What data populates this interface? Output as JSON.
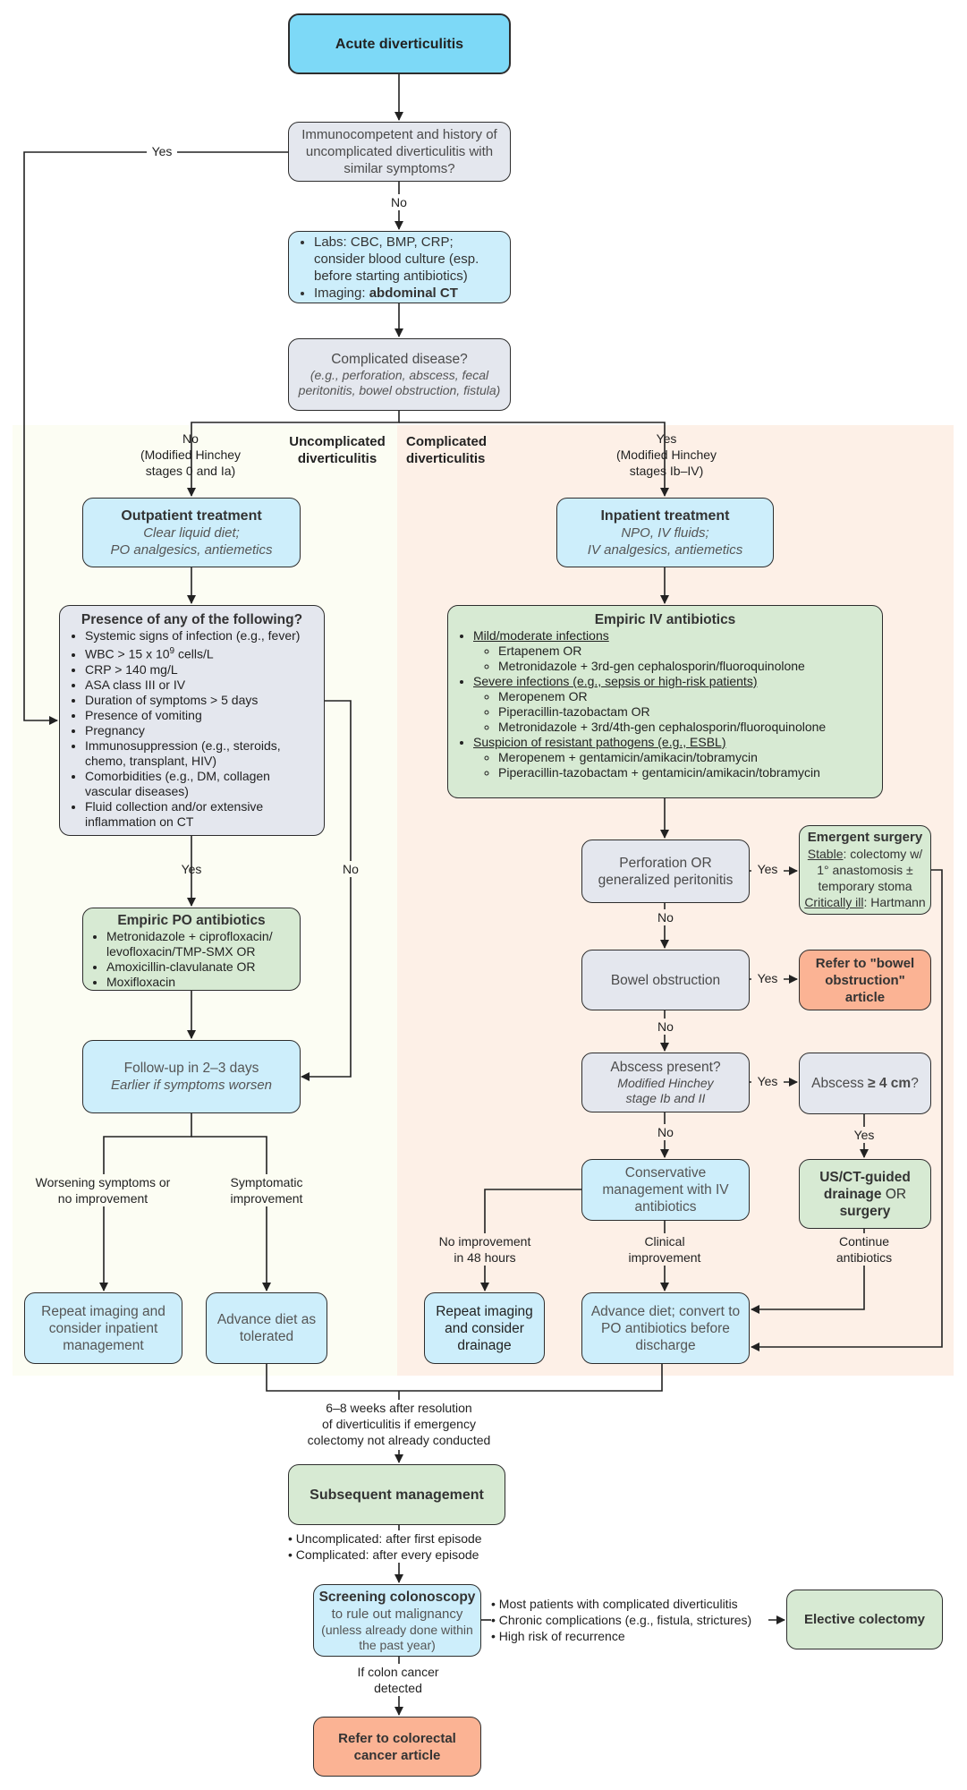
{
  "nodes": {
    "acute": "Acute diverticulitis",
    "immuno": "Immunocompetent and history of uncomplicated diverticulitis with similar symptoms?",
    "labs": {
      "item1": "Labs: CBC, BMP, CRP; consider blood culture (esp. before starting antibiotics)",
      "item2_prefix": "Imaging: ",
      "item2_bold": "abdominal CT"
    },
    "complicated_q": {
      "title": "Complicated disease?",
      "subtitle": "(e.g., perforation, abscess, fecal peritonitis, bowel obstruction, fistula)"
    },
    "outpatient": {
      "title": "Outpatient treatment",
      "line1": "Clear liquid diet;",
      "line2": "PO analgesics, antiemetics"
    },
    "inpatient": {
      "title": "Inpatient treatment",
      "line1": "NPO, IV fluids;",
      "line2": "IV analgesics, antiemetics"
    },
    "presence": {
      "title": "Presence of any of the following?",
      "items": [
        "Systemic signs of infection (e.g., fever)",
        "WBC > 15 x 10",
        "CRP > 140 mg/L",
        "ASA class III or IV",
        "Duration of symptoms > 5 days",
        "Presence of vomiting",
        "Pregnancy",
        "Immunosuppression (e.g., steroids, chemo, transplant, HIV)",
        "Comorbidities (e.g., DM, collagen vascular diseases)",
        "Fluid collection and/or extensive inflammation on CT"
      ],
      "wbc_sup": "9",
      "wbc_unit": " cells/L"
    },
    "empiric_iv": {
      "title": "Empiric IV antibiotics",
      "mild": "Mild/moderate infections",
      "mild_items": [
        "Ertapenem OR",
        "Metronidazole + 3rd-gen cephalosporin/fluoroquinolone"
      ],
      "severe": "Severe infections (e.g., sepsis or high-risk patients)",
      "severe_items": [
        "Meropenem OR",
        "Piperacillin-tazobactam OR",
        "Metronidazole + 3rd/4th-gen cephalosporin/fluoroquinolone"
      ],
      "resistant": "Suspicion of resistant pathogens (e.g., ESBL)",
      "resistant_items": [
        "Meropenem + gentamicin/amikacin/tobramycin",
        "Piperacillin-tazobactam + gentamicin/amikacin/tobramycin"
      ]
    },
    "perforation": "Perforation OR generalized peritonitis",
    "emergent": {
      "title": "Emergent surgery",
      "stable_label": "Stable",
      "stable_text": ": colectomy w/ 1° anastomosis ± temporary stoma",
      "critical_label": "Critically ill",
      "critical_text": ": Hartmann"
    },
    "empiric_po": {
      "title": "Empiric PO antibiotics",
      "items": [
        "Metronidazole + ciprofloxacin/ levofloxacin/TMP-SMX OR",
        "Amoxicillin-clavulanate OR",
        "Moxifloxacin"
      ]
    },
    "bowel": "Bowel obstruction",
    "refer_bowel": "Refer to \"bowel obstruction\" article",
    "followup": {
      "line1": "Follow-up in 2–3 days",
      "line2": "Earlier if symptoms worsen"
    },
    "abscess": {
      "title": "Abscess present?",
      "line1": "Modified Hinchey",
      "line2": "stage Ib and II"
    },
    "abscess4": {
      "prefix": "Abscess ",
      "bold": "≥ 4 cm",
      "suffix": "?"
    },
    "conservative": "Conservative management with IV antibiotics",
    "drainage": {
      "bold1": "US/CT-guided drainage",
      "mid": " OR ",
      "bold2": "surgery"
    },
    "repeat_inpatient": "Repeat imaging and consider inpatient management",
    "advance_diet": "Advance diet as tolerated",
    "repeat_drainage": "Repeat imaging and consider drainage",
    "advance_po": "Advance diet; convert to PO antibiotics before discharge",
    "subsequent": "Subsequent management",
    "colonoscopy": {
      "title": "Screening colonoscopy",
      "line1": "to rule out malignancy",
      "line2": "(unless already done within the past year)"
    },
    "elective": "Elective colectomy",
    "refer_crc": "Refer to colorectal cancer article"
  },
  "labels": {
    "yes": "Yes",
    "no": "No",
    "no_hinchey": "No\n(Modified Hinchey\nstages 0 and Ia)",
    "yes_hinchey": "Yes\n(Modified Hinchey\nstages Ib–IV)",
    "uncomplicated": "Uncomplicated\ndiverticulitis",
    "complicated": "Complicated\ndiverticulitis",
    "worsening": "Worsening symptoms or\nno improvement",
    "symptomatic": "Symptomatic\nimprovement",
    "no_improvement": "No improvement\nin 48 hours",
    "clinical": "Clinical\nimprovement",
    "continue": "Continue\nantibiotics",
    "six_weeks": "6–8 weeks after resolution\nof diverticulitis if emergency\ncolectomy not already conducted",
    "uncomp_after": "• Uncomplicated: after first episode",
    "comp_after": "• Complicated: after every episode",
    "most_patients": "• Most patients with complicated diverticulitis",
    "chronic": "• Chronic complications (e.g., fistula, strictures)",
    "high_risk": "• High risk of recurrence",
    "colon_cancer": "If colon cancer\ndetected"
  },
  "colors": {
    "grey": "#e4e7ee",
    "blue": "#cdeefb",
    "green": "#d7ead3",
    "orange": "#fbb394",
    "cyan": "#7dd9f7",
    "uncomplicated_bg": "#fcfdf3",
    "complicated_bg": "#fdf0e7"
  }
}
